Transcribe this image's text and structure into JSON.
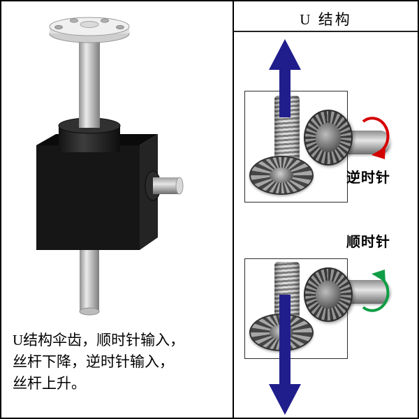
{
  "right_panel": {
    "title": "U 结构",
    "top_diagram": {
      "rotation_label": "逆时针",
      "screw_arrow_direction": "up",
      "rotation_direction": "counterclockwise"
    },
    "bottom_diagram": {
      "rotation_label": "顺时针",
      "screw_arrow_direction": "down",
      "rotation_direction": "clockwise"
    }
  },
  "left_panel": {
    "caption": {
      "line1": "U结构伞齿，顺时针输入，",
      "line2": "丝杆下降，逆时针输入，",
      "line3": "丝杆上升。"
    }
  },
  "colors": {
    "screw_arrow": "#201e8c",
    "ccw_arrow": "#d40000",
    "cw_arrow": "#0f9d45"
  },
  "icons": {
    "up_arrow": "up-arrow",
    "down_arrow": "down-arrow",
    "ccw_arrow": "counterclockwise-rotation",
    "cw_arrow": "clockwise-rotation"
  }
}
